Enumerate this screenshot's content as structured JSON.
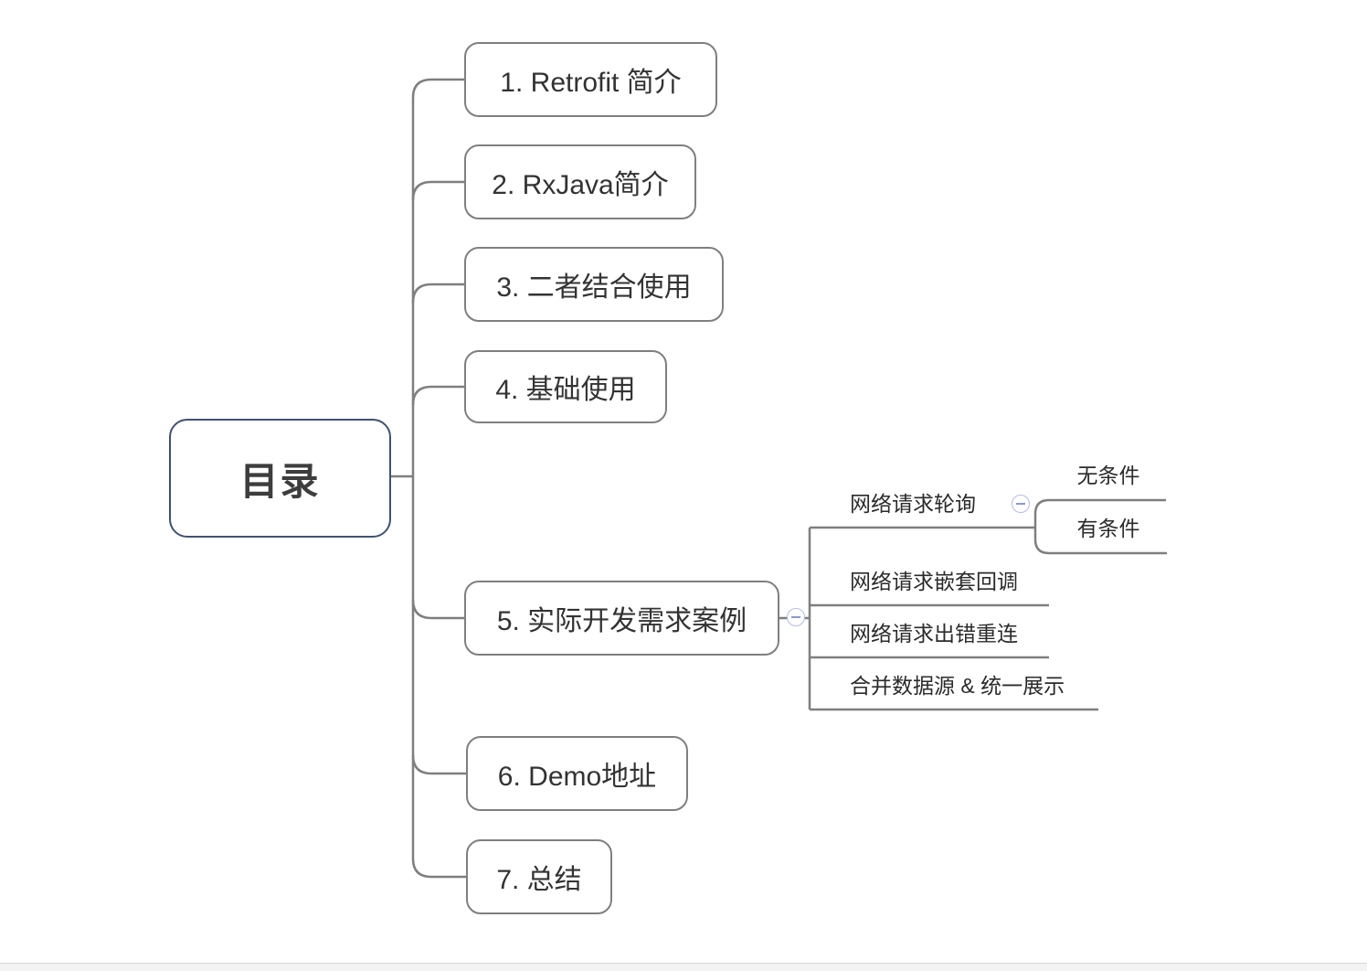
{
  "mindmap": {
    "root": {
      "label": "目录"
    },
    "topics": [
      {
        "label": "1. Retrofit 简介"
      },
      {
        "label": "2. RxJava简介"
      },
      {
        "label": "3. 二者结合使用"
      },
      {
        "label": "4. 基础使用"
      },
      {
        "label": "5. 实际开发需求案例",
        "collapse_icon": "minus-circle-icon",
        "children": [
          {
            "label": "网络请求轮询",
            "collapse_icon": "minus-circle-icon",
            "children": [
              {
                "label": "无条件"
              },
              {
                "label": "有条件"
              }
            ]
          },
          {
            "label": "网络请求嵌套回调"
          },
          {
            "label": "网络请求出错重连"
          },
          {
            "label": "合并数据源 & 统一展示"
          }
        ]
      },
      {
        "label": "6. Demo地址"
      },
      {
        "label": "7. 总结"
      }
    ],
    "colors": {
      "root_border": "#41526f",
      "topic_border": "#7f7f7f",
      "connector": "#7f7f7f",
      "topic_text": "#333333",
      "collapse_icon_border": "#b3bce4",
      "collapse_icon_glyph": "#8f99c9",
      "window_bottom_bar": "#f3f3f3"
    }
  }
}
